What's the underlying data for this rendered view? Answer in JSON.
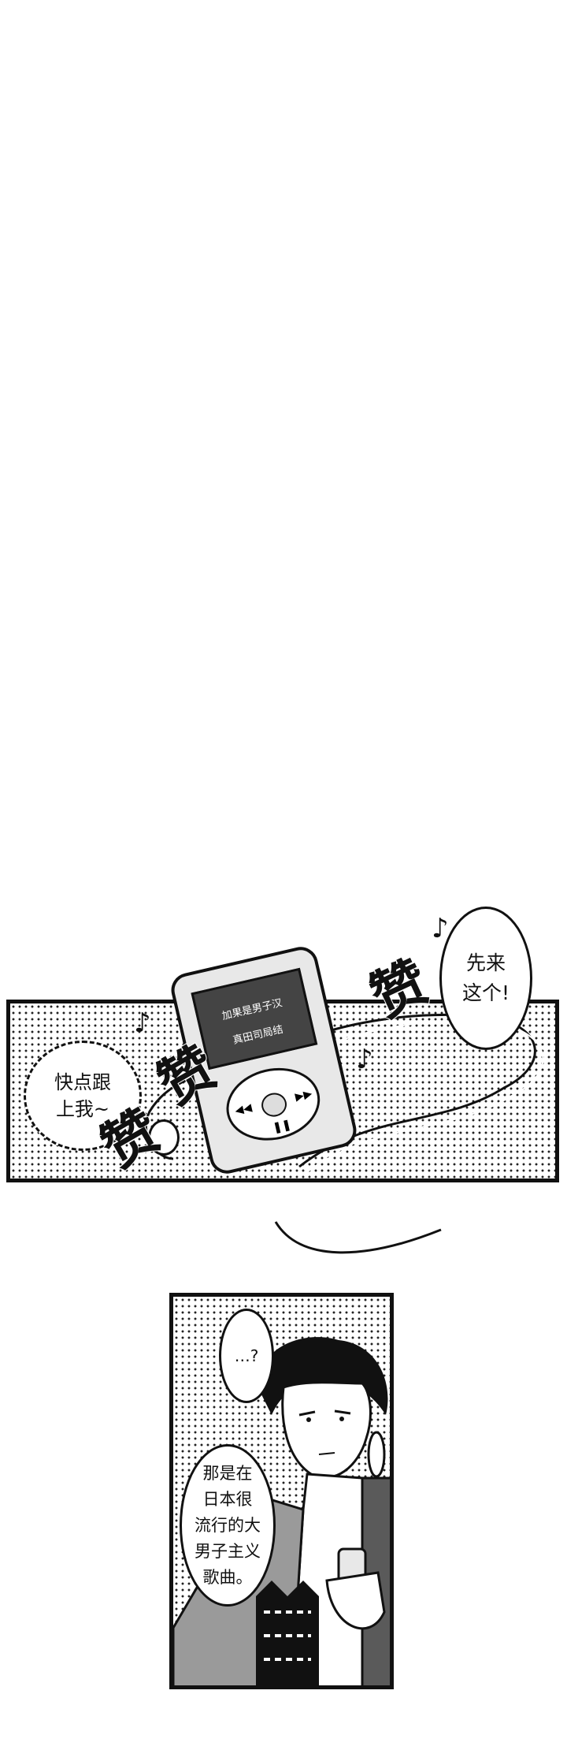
{
  "panel1": {
    "bubble_left": "快点跟\n上我~",
    "bubble_right": "先来\n这个!",
    "sfx": "赞",
    "notes": "♪",
    "player": {
      "screen_line1": "加果是男子汉",
      "screen_line2": "真田司局结"
    }
  },
  "panel2": {
    "bubble_top": "…?",
    "bubble_speech": "那是在\n日本很\n流行的大\n男子主义\n歌曲。"
  }
}
